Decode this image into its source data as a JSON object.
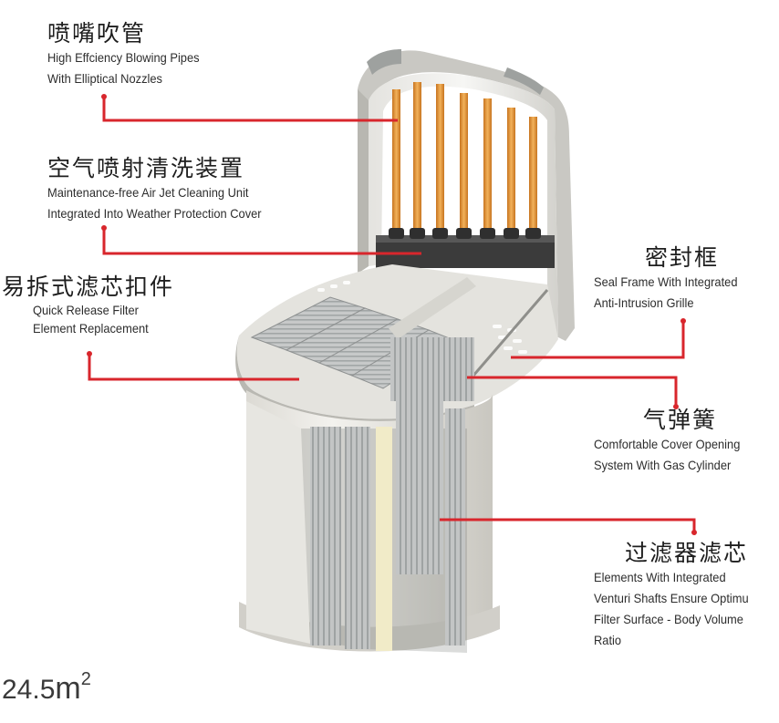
{
  "colors": {
    "callout_line": "#d8262c",
    "pipe": "#e79a3c",
    "housing": "#e9e7e2",
    "filter_fin": "#b9bcbc"
  },
  "callouts": [
    {
      "id": "blowing-pipes",
      "zh": "喷嘴吹管",
      "en": [
        "High Effciency Blowing Pipes",
        "With Elliptical Nozzles"
      ]
    },
    {
      "id": "air-jet-cleaning",
      "zh": "空气喷射清洗装置",
      "en": [
        "Maintenance-free Air Jet Cleaning Unit",
        "Integrated Into Weather Protection Cover"
      ]
    },
    {
      "id": "quick-release",
      "zh": "易拆式滤芯扣件",
      "en": [
        "Quick Release Filter",
        "Element Replacement"
      ]
    },
    {
      "id": "seal-frame",
      "zh": "密封框",
      "en": [
        "Seal Frame With Integrated",
        "Anti-Intrusion Grille"
      ]
    },
    {
      "id": "gas-spring",
      "zh": "气弹簧",
      "en": [
        "Comfortable Cover Opening",
        "System With Gas Cylinder"
      ]
    },
    {
      "id": "filter-element",
      "zh": "过滤器滤芯",
      "en": [
        "Elements With Integrated",
        "Venturi Shafts Ensure Optimu",
        "Filter  Surface - Body Volume",
        "Ratio"
      ]
    }
  ],
  "area": {
    "value": "24.5",
    "unit": "m",
    "exponent": "2"
  }
}
